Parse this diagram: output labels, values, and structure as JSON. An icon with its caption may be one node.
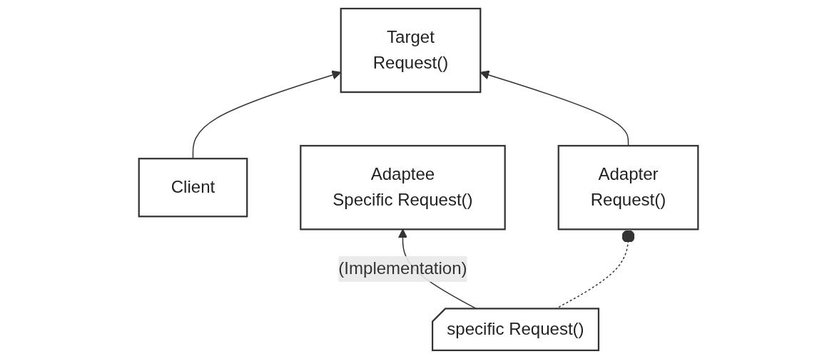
{
  "diagram": {
    "nodes": [
      {
        "text": [
          "Client"
        ]
      },
      {
        "text": [
          "Target",
          "Request()"
        ]
      },
      {
        "text": [
          "Adaptee",
          "Specific Request()"
        ]
      },
      {
        "text": [
          "Adapter",
          "Request()"
        ]
      },
      {
        "text": [
          "specific Request()"
        ]
      }
    ],
    "edges": [
      {
        "from": 0,
        "to": 1,
        "arrow": "to"
      },
      {
        "from": 3,
        "to": 1,
        "arrow": "to"
      },
      {
        "from": 4,
        "to": 2,
        "arrow": "to",
        "label": "(Implementation)"
      },
      {
        "from": 4,
        "to": 3,
        "arrow": "other",
        "style": "dashed"
      }
    ]
  }
}
